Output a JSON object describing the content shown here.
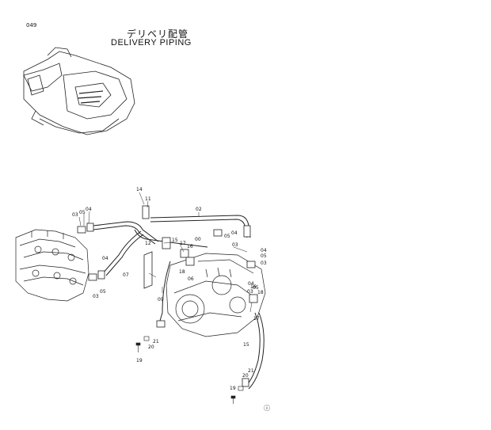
{
  "page_number": "049",
  "title_jp": "デリベリ配管",
  "title_en": "DELIVERY  PIPING",
  "callouts": [
    "14",
    "11",
    "02",
    "03",
    "05",
    "04",
    "00",
    "05",
    "04",
    "03",
    "12",
    "15",
    "17",
    "16",
    "04",
    "05",
    "03",
    "04",
    "05",
    "03",
    "07",
    "18",
    "06",
    "04",
    "09",
    "03",
    "05",
    "16",
    "18",
    "17",
    "15",
    "21",
    "20",
    "19",
    "21",
    "20",
    "19"
  ],
  "footer_mark": "ⓘ"
}
